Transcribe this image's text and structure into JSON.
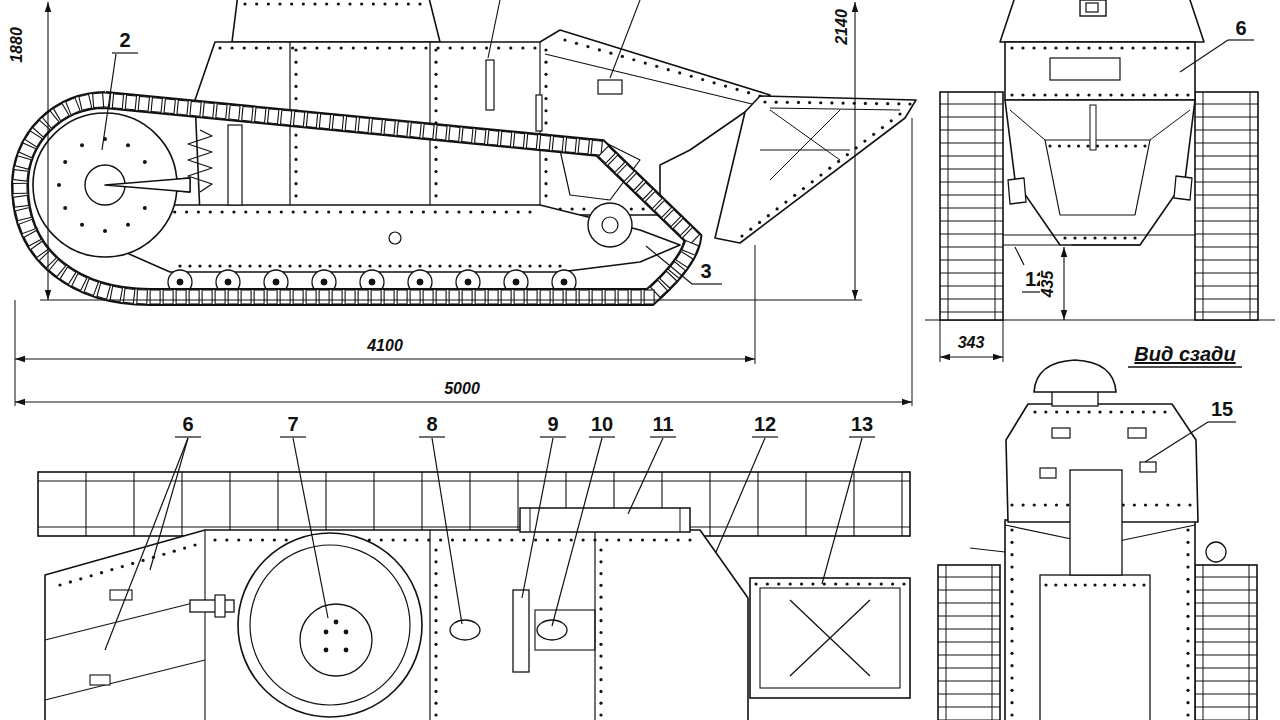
{
  "diagram": {
    "labels": [
      "1880",
      "2140",
      "2",
      "3",
      "4100",
      "5000",
      "6",
      "12",
      "435",
      "343",
      "Вид сзади",
      "15",
      "6",
      "7",
      "8",
      "9",
      "10",
      "11",
      "12",
      "13"
    ]
  }
}
